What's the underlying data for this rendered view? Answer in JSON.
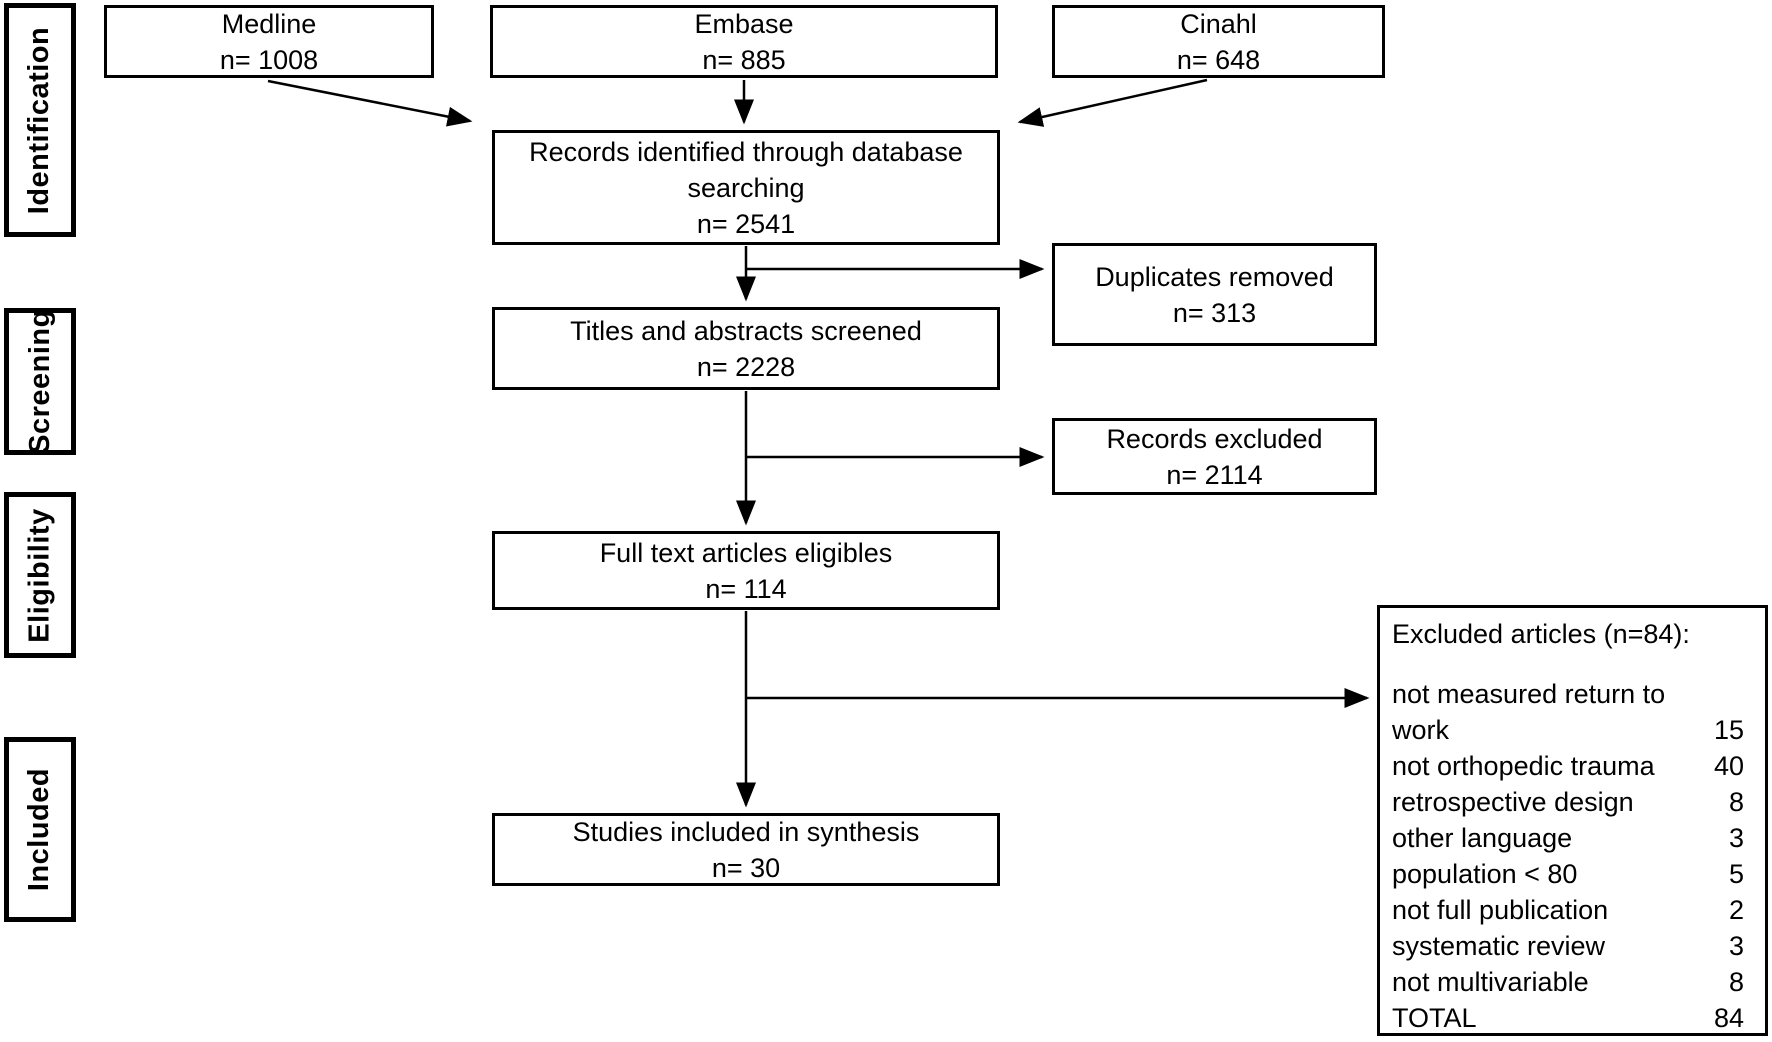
{
  "stages": {
    "identification": "Identification",
    "screening": "Screening",
    "eligibility": "Eligibility",
    "included": "Included"
  },
  "boxes": {
    "medline": {
      "label": "Medline",
      "count": "n= 1008"
    },
    "embase": {
      "label": "Embase",
      "count": "n= 885"
    },
    "cinahl": {
      "label": "Cinahl",
      "count": "n= 648"
    },
    "records_identified": {
      "label": "Records identified through database searching",
      "count": "n= 2541"
    },
    "duplicates_removed": {
      "label": "Duplicates removed",
      "count": "n= 313"
    },
    "titles_screened": {
      "label": "Titles and abstracts screened",
      "count": "n= 2228"
    },
    "records_excluded": {
      "label": "Records excluded",
      "count": "n= 2114"
    },
    "full_text": {
      "label": "Full text articles eligibles",
      "count": "n= 114"
    },
    "studies_included": {
      "label": "Studies included in synthesis",
      "count": "n= 30"
    }
  },
  "excluded_articles": {
    "title": "Excluded articles (n=84):",
    "rows": [
      {
        "label": "not measured return to work",
        "value": "15"
      },
      {
        "label": "not orthopedic trauma",
        "value": "40"
      },
      {
        "label": "retrospective design",
        "value": "8"
      },
      {
        "label": "other language",
        "value": "3"
      },
      {
        "label": "population < 80",
        "value": "5"
      },
      {
        "label": "not full publication",
        "value": "2"
      },
      {
        "label": "systematic review",
        "value": "3"
      },
      {
        "label": "not multivariable",
        "value": "8"
      },
      {
        "label": "TOTAL",
        "value": "84"
      }
    ]
  },
  "colors": {
    "line": "#000000",
    "background": "#ffffff"
  }
}
